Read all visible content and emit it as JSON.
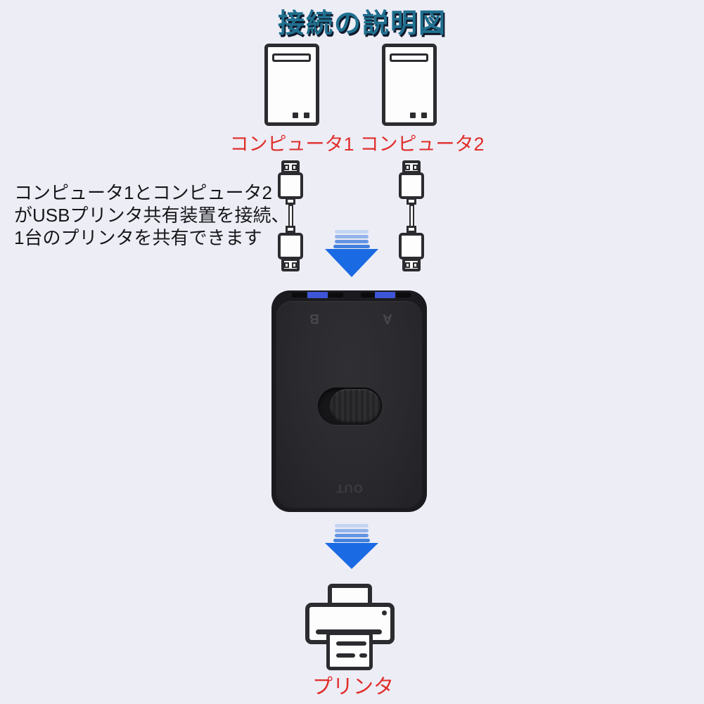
{
  "title": "接続の説明図",
  "computers": {
    "computer1_label": "コンピュータ1",
    "computer2_label": "コンピュータ2"
  },
  "description": {
    "text": "コンピュータ1とコンピュータ2\nがUSBプリンタ共有装置を接続、\n1台のプリンタを共有できます"
  },
  "device": {
    "port_b_label": "B",
    "port_a_label": "A",
    "out_label": "OUT"
  },
  "printer": {
    "label": "プリンタ"
  },
  "colors": {
    "background": "#ededf6",
    "title_teal": "#20708f",
    "title_shadow": "#10182b",
    "label_red": "#e02e2a",
    "icon_stroke": "#2c2c30",
    "icon_fill": "#fdfdfe",
    "arrow_bar_1": "#c3d5f2",
    "arrow_bar_2": "#93b4ea",
    "arrow_bar_3": "#6494e2",
    "arrow_bar_4": "#4180dc",
    "arrow_triangle": "#1a6ae3",
    "device_edge": "#1b1b1f",
    "device_face": "#2a2a2e",
    "port_blue": "#3d55d6",
    "port_slot": "#0c0c0e",
    "device_text": "#47474d",
    "text_dark": "#17171a"
  }
}
